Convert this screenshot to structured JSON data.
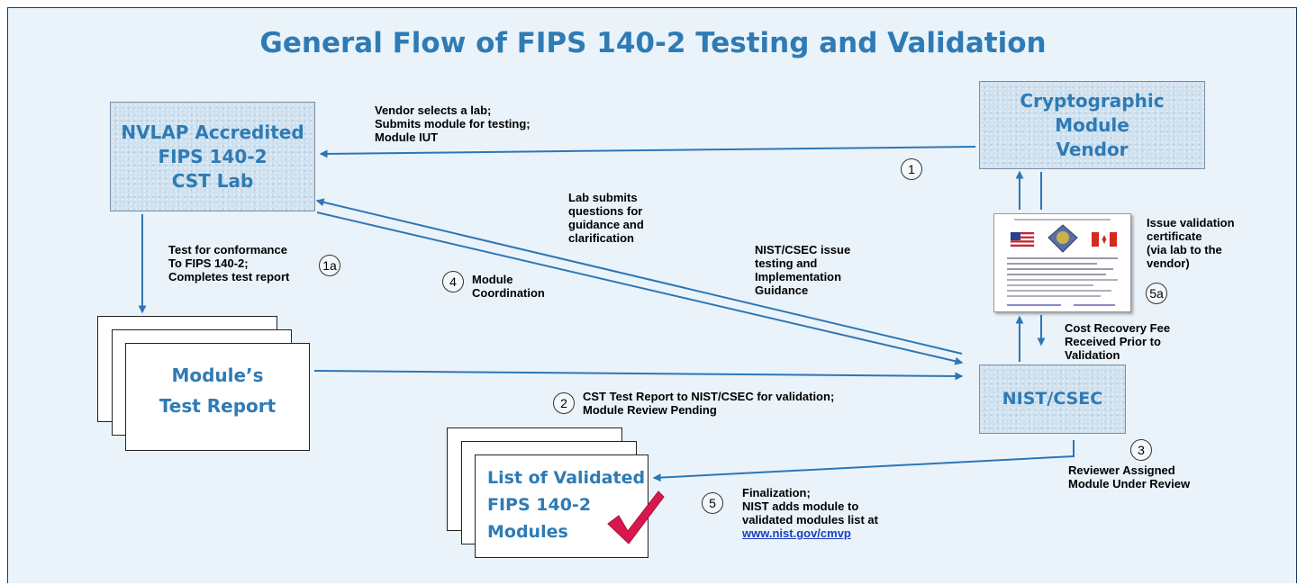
{
  "title": "General Flow of FIPS 140-2 Testing and Validation",
  "nodes": {
    "lab": {
      "lines": [
        "NVLAP Accredited",
        "FIPS 140-2",
        "CST Lab"
      ]
    },
    "vendor": {
      "lines": [
        "Cryptographic Module",
        "Vendor"
      ]
    },
    "nist": {
      "label": "NIST/CSEC"
    },
    "test_report": {
      "lines": [
        "Module’s",
        "Test Report"
      ]
    },
    "validated_list": {
      "lines": [
        "List of Validated",
        "FIPS 140-2",
        "Modules"
      ]
    }
  },
  "edges": {
    "vendor_to_lab": {
      "lines": [
        "Vendor selects a lab;",
        "Submits module for testing;",
        "Module IUT"
      ],
      "step": "1"
    },
    "lab_testing": {
      "lines": [
        "Test for conformance",
        "To FIPS 140-2;",
        "Completes test report"
      ],
      "step": "1a"
    },
    "lab_questions": {
      "lines": [
        "Lab submits",
        "questions for",
        "guidance and",
        "clarification"
      ]
    },
    "nist_guidance": {
      "lines": [
        "NIST/CSEC issue",
        "testing and",
        "Implementation",
        "Guidance"
      ]
    },
    "coordination": {
      "lines": [
        "Module",
        "Coordination"
      ],
      "step": "4"
    },
    "report_to_nist": {
      "lines": [
        "CST Test Report to NIST/CSEC for validation;",
        "Module Review Pending"
      ],
      "step": "2"
    },
    "certificate": {
      "lines": [
        "Issue validation",
        "certificate",
        "(via lab to the",
        "vendor)"
      ],
      "step": "5a"
    },
    "fee": {
      "lines": [
        "Cost Recovery Fee",
        "Received Prior to",
        "Validation"
      ]
    },
    "review": {
      "lines": [
        "Reviewer Assigned",
        "Module Under Review"
      ],
      "step": "3"
    },
    "finalization": {
      "lines": [
        "Finalization;",
        "NIST adds module to",
        "validated modules list at"
      ],
      "link": "www.nist.gov/cmvp",
      "step": "5"
    }
  },
  "colors": {
    "title": "#2e7bb5",
    "arrow": "#2e75b6",
    "box": "#cfe1ef",
    "checkmark": "#d6184f"
  },
  "icons": [
    "us-flag-icon",
    "seal-icon",
    "canada-flag-icon",
    "checkmark-icon"
  ]
}
